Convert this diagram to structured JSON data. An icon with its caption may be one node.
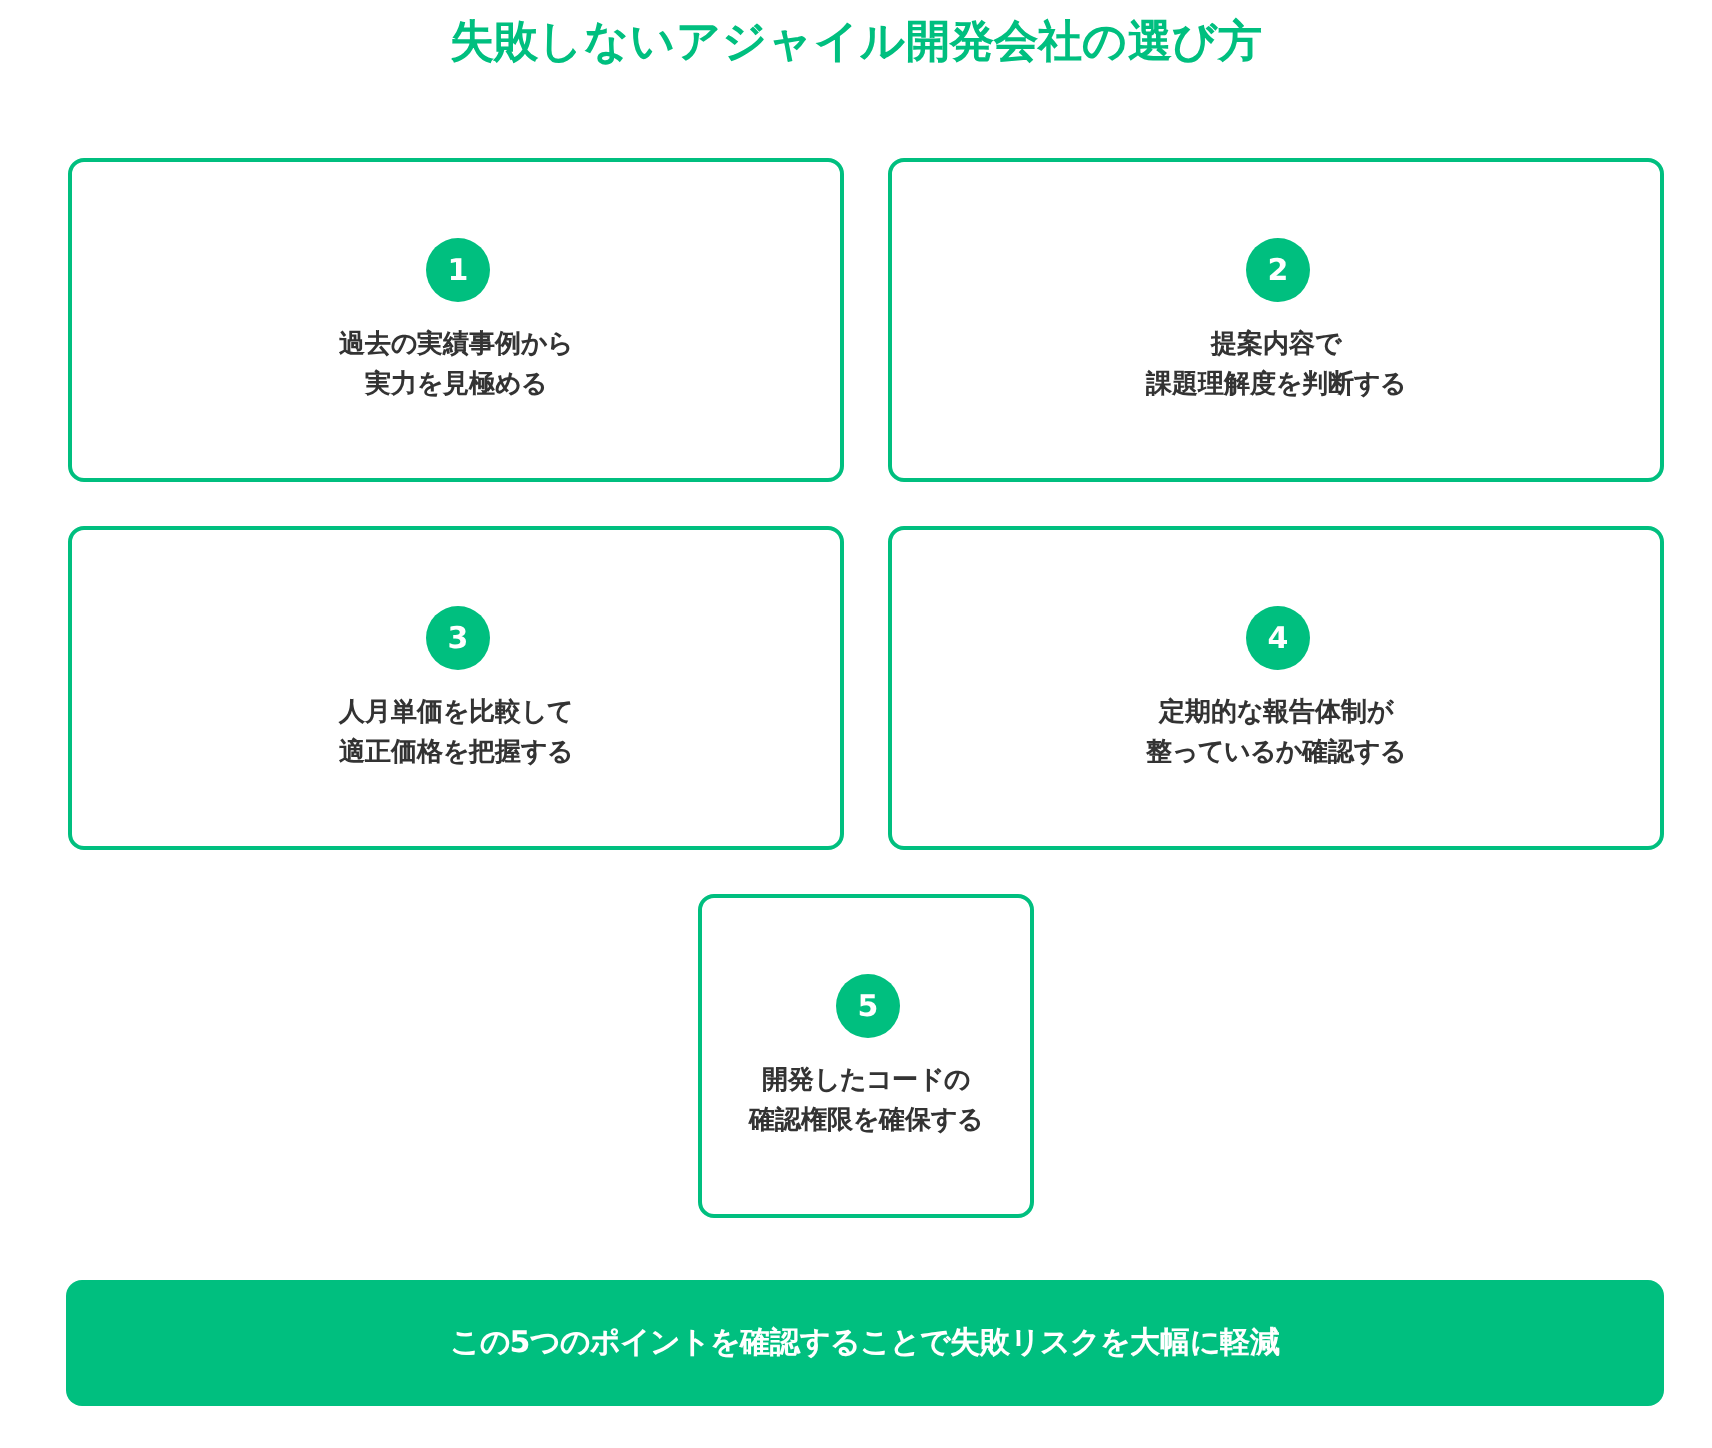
{
  "diagram": {
    "title": "失敗しないアジャイル開発会社の選び方",
    "nodes": [
      {
        "text": [
          "過去の実績事例から実力を見極める"
        ]
      },
      {
        "text": [
          "1"
        ],
        "in": 0
      },
      {
        "text": [
          "提案内容で課題理解度を判断する"
        ]
      },
      {
        "text": [
          "2"
        ],
        "in": 2
      },
      {
        "text": [
          "人月単価を比較して適正価格を把握する"
        ]
      },
      {
        "text": [
          "3"
        ],
        "in": 4
      },
      {
        "text": [
          "定期的な報告体制が整っているか確認する"
        ]
      },
      {
        "text": [
          "4"
        ],
        "in": 6
      },
      {
        "text": [
          "開発したコードの確認権限を確保する"
        ]
      },
      {
        "text": [
          "5"
        ],
        "in": 8
      },
      {
        "text": [
          "この5つのポイントを確認することで失敗リスクを大幅に軽減"
        ]
      }
    ]
  }
}
